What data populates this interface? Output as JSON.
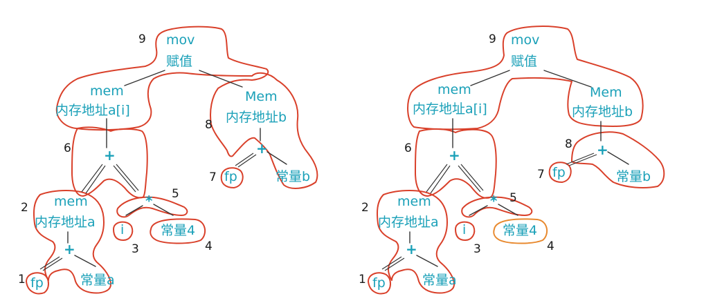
{
  "trees": [
    {
      "id": "left",
      "nodes": {
        "mov": "mov",
        "assign": "赋值",
        "mem_ai": "mem",
        "mem_ai_desc": "内存地址a[i]",
        "Mem_b": "Mem",
        "Mem_b_desc": "内存地址b",
        "plus_b": "+",
        "fp_b": "fp",
        "const_b": "常量b",
        "plus_top": "+",
        "star": "*",
        "i": "i",
        "const4": "常量4",
        "mem_a": "mem",
        "mem_a_desc": "内存地址a",
        "plus_a": "+",
        "fp_a": "fp",
        "const_a": "常量a"
      },
      "tile_numbers": {
        "n1": "1",
        "n2": "2",
        "n3": "3",
        "n4": "4",
        "n5": "5",
        "n6": "6",
        "n7": "7",
        "n8": "8",
        "n9": "9"
      }
    },
    {
      "id": "right",
      "nodes": {
        "mov": "mov",
        "assign": "赋值",
        "mem_ai": "mem",
        "mem_ai_desc": "内存地址a[i]",
        "Mem_b": "Mem",
        "Mem_b_desc": "内存地址b",
        "plus_b": "+",
        "fp_b": "fp",
        "const_b": "常量b",
        "plus_top": "+",
        "star": "*",
        "i": "i",
        "const4": "常量4",
        "mem_a": "mem",
        "mem_a_desc": "内存地址a",
        "plus_a": "+",
        "fp_a": "fp",
        "const_a": "常量a"
      },
      "tile_numbers": {
        "n1": "1",
        "n2": "2",
        "n3": "3",
        "n4": "4",
        "n5": "5",
        "n6": "6",
        "n7": "7",
        "n8": "8",
        "n9": "9"
      }
    }
  ],
  "colors": {
    "node_text": "#1aa0b8",
    "tile_outline": "#d9402a",
    "highlight_outline": "#e8892e",
    "number_text": "#1a1a1a"
  }
}
